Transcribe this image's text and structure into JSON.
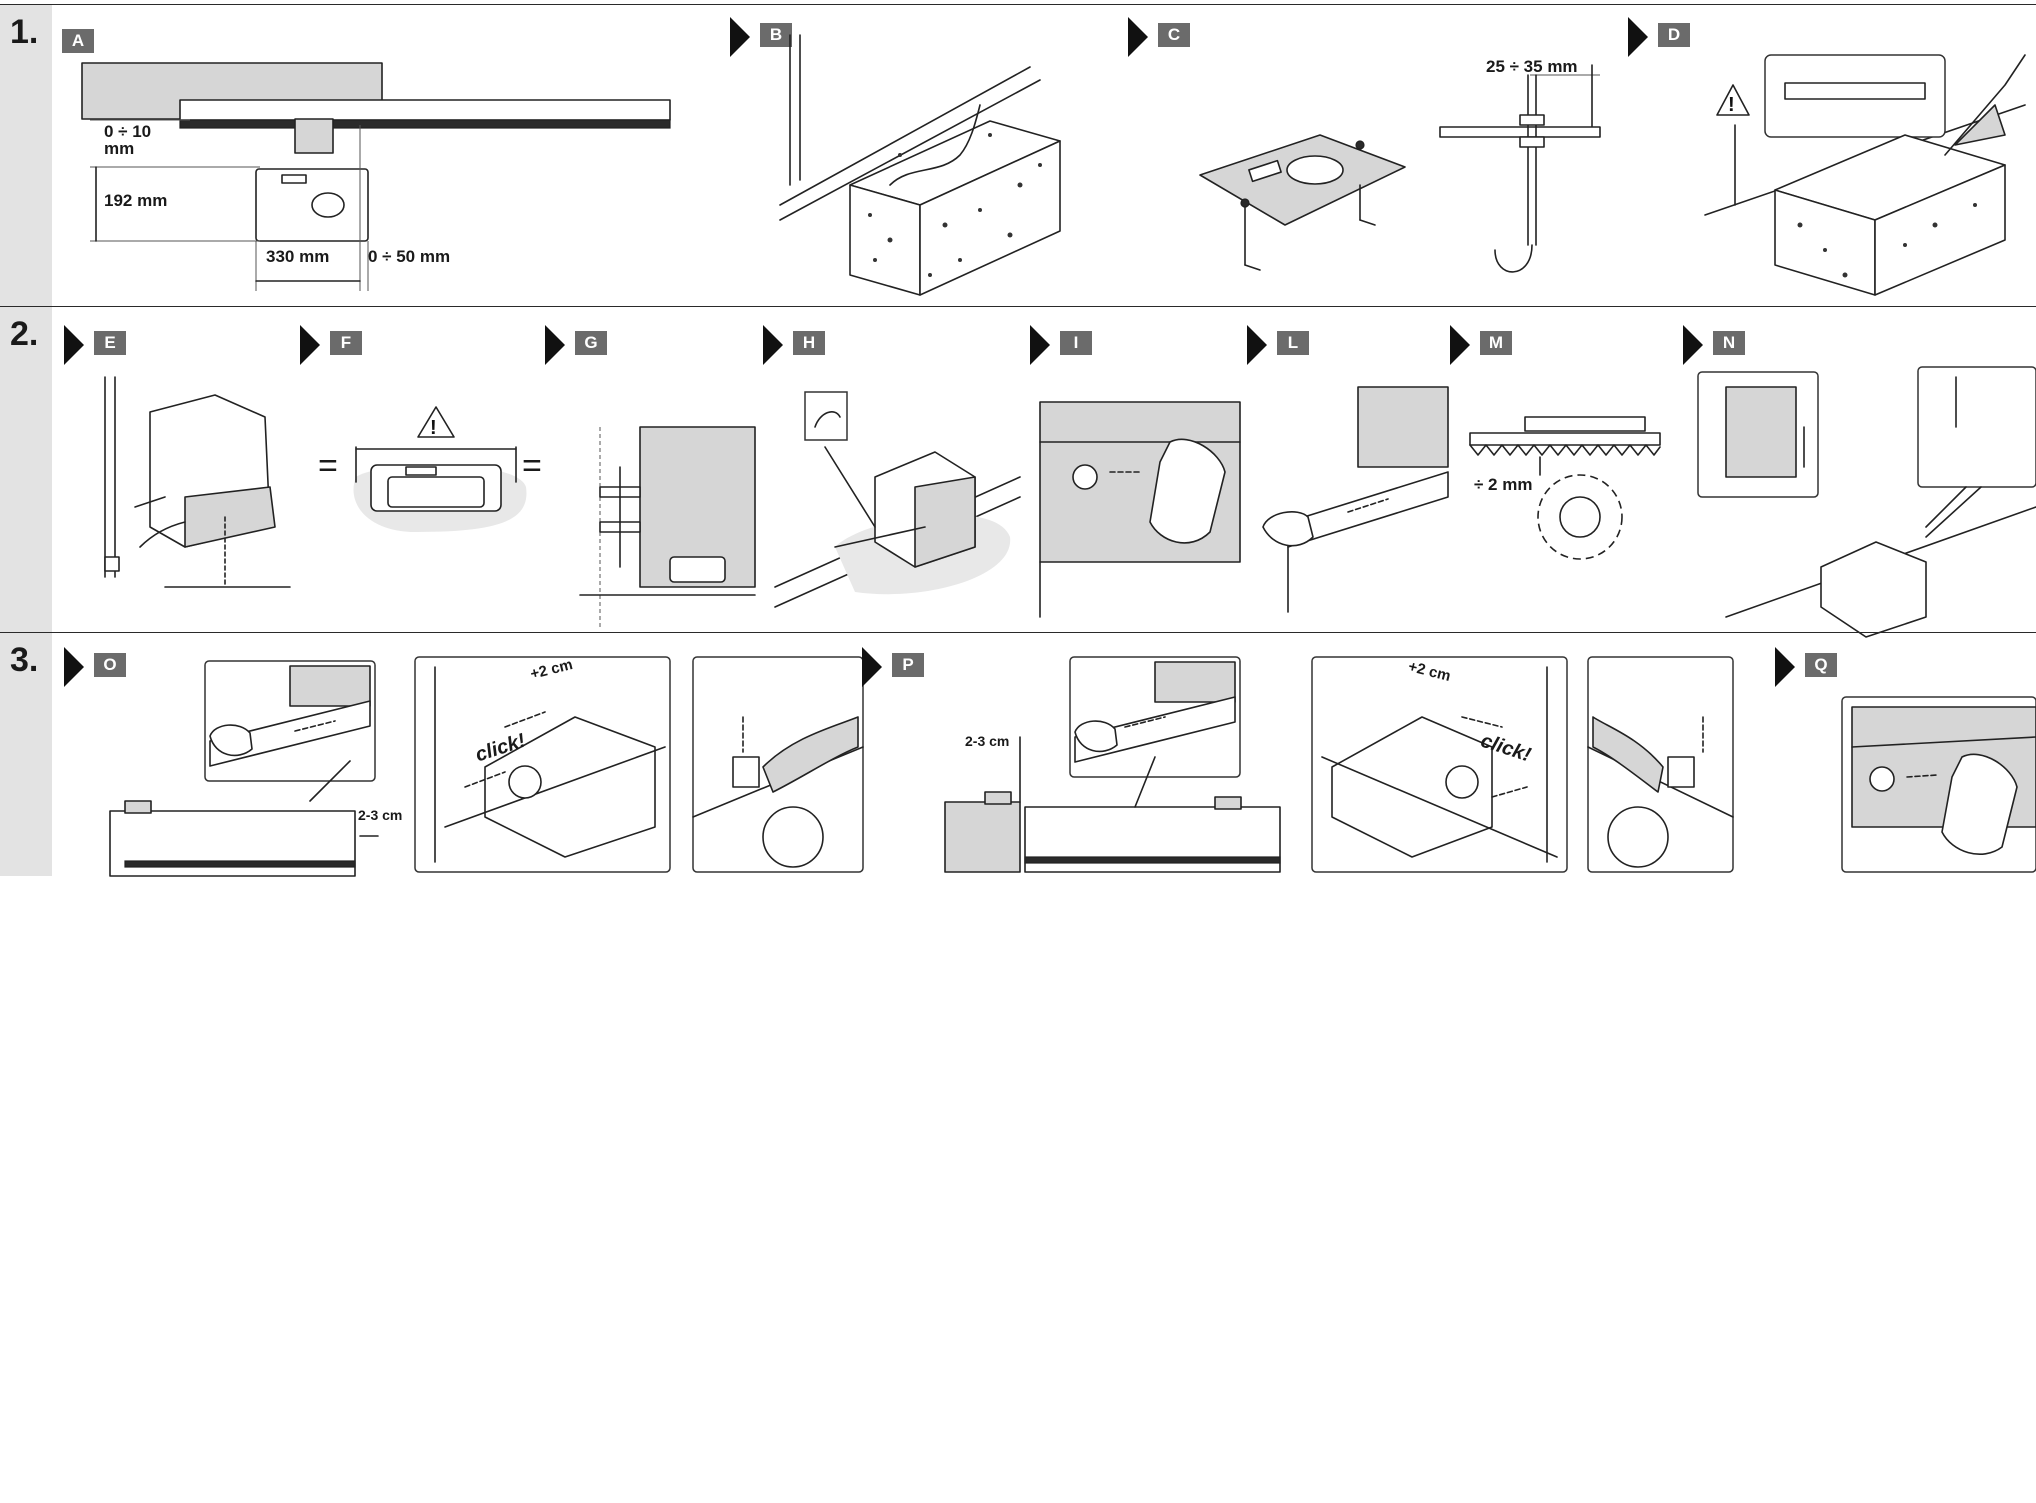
{
  "rows": [
    {
      "number": "1."
    },
    {
      "number": "2."
    },
    {
      "number": "3."
    }
  ],
  "steps": {
    "A": "A",
    "B": "B",
    "C": "C",
    "D": "D",
    "E": "E",
    "F": "F",
    "G": "G",
    "H": "H",
    "I": "I",
    "L": "L",
    "M": "M",
    "N": "N",
    "O": "O",
    "P": "P",
    "Q": "Q"
  },
  "dimensions": {
    "a_gap": "0 ÷ 10\nmm",
    "a_height": "192 mm",
    "a_width": "330 mm",
    "a_offset": "0 ÷ 50 mm",
    "c_bolt": "25 ÷ 35 mm",
    "m_gap": "÷ 2 mm",
    "o_gap": "2-3 cm",
    "o_move": "+2 cm",
    "o_click": "click!",
    "p_gap": "2-3 cm",
    "p_move": "+2 cm",
    "p_click": "click!"
  },
  "symbols": {
    "equal": "=",
    "warning": "!"
  },
  "colors": {
    "badge": "#6b6b6b",
    "gutter": "#e3e3e3",
    "ink": "#1a1a1a"
  }
}
